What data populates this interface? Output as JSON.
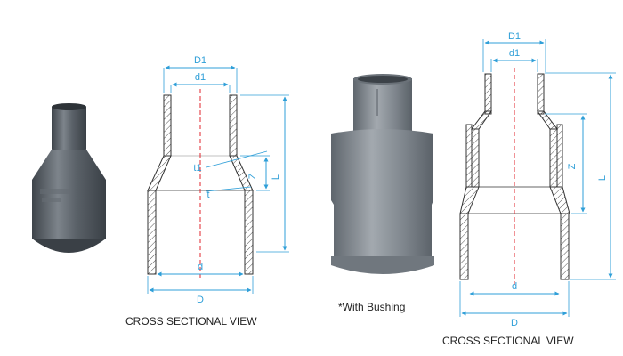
{
  "colors": {
    "dimension": "#2f9fd8",
    "centerline": "#e0262e",
    "outline": "#333333",
    "pvc_body": "#4e555c",
    "pvc_highlight": "#8a9098",
    "hatch": "#555555"
  },
  "reducer_drawing": {
    "labels": {
      "outer_top": "D1",
      "inner_top": "d1",
      "wall_top": "t1",
      "wall_bottom": "t",
      "depth": "Z",
      "length": "L",
      "inner_bottom": "d",
      "outer_bottom": "D"
    },
    "caption": "CROSS SECTIONAL VIEW"
  },
  "bushing_photo": {
    "caption": "*With Bushing"
  },
  "bushing_drawing": {
    "labels": {
      "outer_top": "D1",
      "inner_top": "d1",
      "depth": "Z",
      "length": "L",
      "inner_bottom": "d",
      "outer_bottom": "D"
    },
    "caption": "CROSS SECTIONAL VIEW"
  }
}
